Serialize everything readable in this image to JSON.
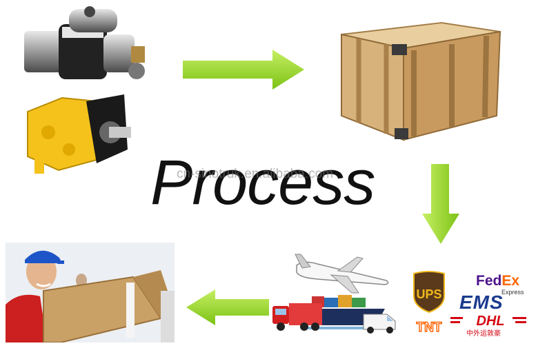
{
  "title": "Process",
  "watermark": "cn-sinotruk.en.alibaba.com",
  "logos": {
    "ups": "UPS",
    "fedex_fed": "Fed",
    "fedex_ex": "Ex",
    "fedex_sub": "Express",
    "ems": "EMS",
    "tnt": "TNT",
    "dhl": "DHL",
    "chinese": "中外运敦豪"
  },
  "colors": {
    "arrow": "#8fd321",
    "ups_brown": "#5a3a1a",
    "ups_gold": "#f2b81c",
    "fedex_purple": "#4d148c",
    "fedex_orange": "#ff6600",
    "ems_blue": "#1b3b8f",
    "dhl_red": "#d40511",
    "tnt_orange": "#ff6200"
  },
  "icons": [
    "starter-motor-icon",
    "hydraulic-pump-icon",
    "wooden-crate-icon",
    "airplane-icon",
    "cargo-ship-icon",
    "truck-icon",
    "van-icon",
    "delivery-man-icon"
  ]
}
